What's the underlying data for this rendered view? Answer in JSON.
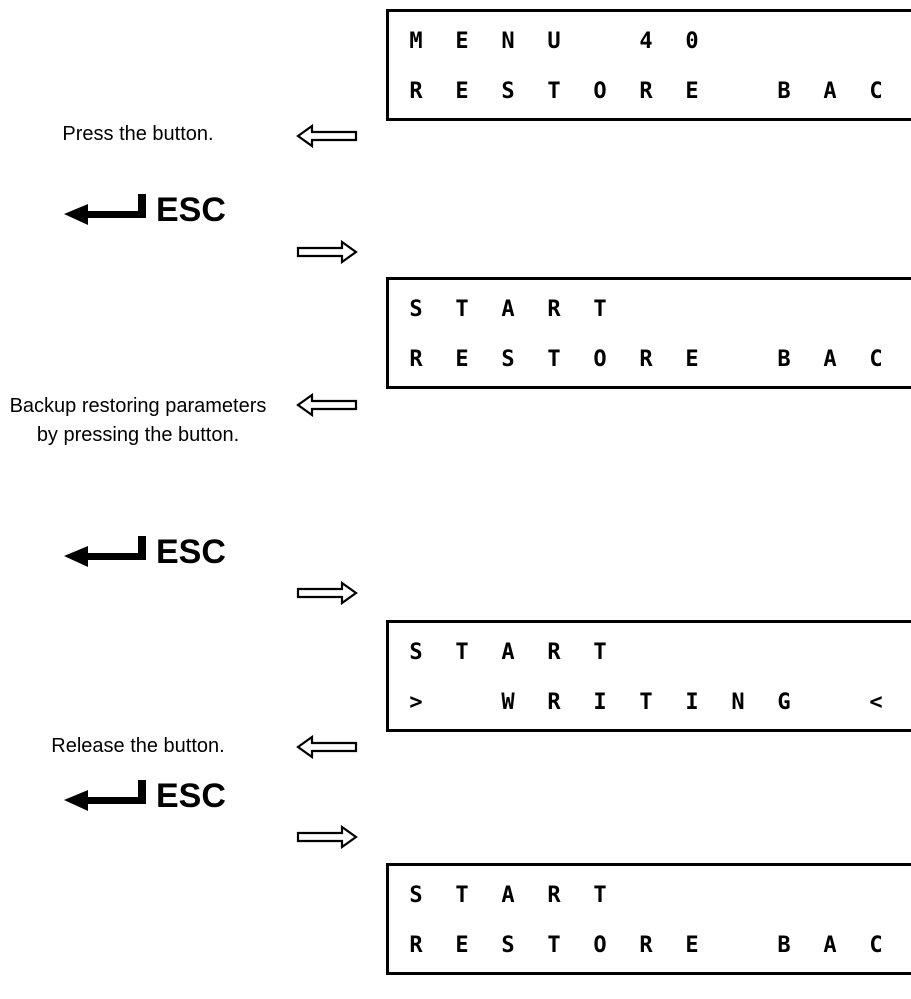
{
  "screens": [
    {
      "line1": "MENU 40",
      "line2": "RESTORE BACK"
    },
    {
      "line1": "START",
      "line2": "RESTORE BACK"
    },
    {
      "line1": "START",
      "line2": ">  WRITING  <<"
    },
    {
      "line1": "START",
      "line2": "RESTORE BACK"
    }
  ],
  "steps": [
    {
      "text": "Press the button."
    },
    {
      "text": "Backup restoring parameters by pressing the button."
    },
    {
      "text": "Release the button."
    }
  ],
  "key": {
    "label": "ESC",
    "icon": "enter-arrow-icon"
  }
}
